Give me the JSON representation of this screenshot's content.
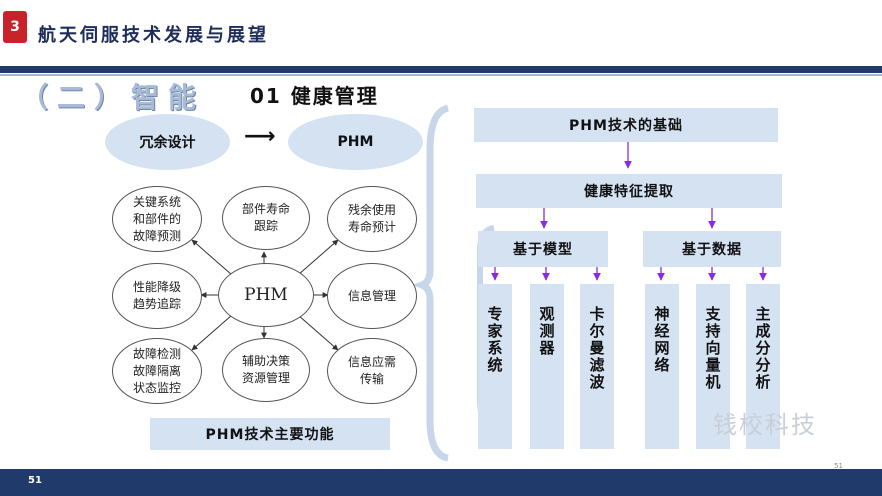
{
  "header": {
    "badge": "3",
    "section_title": "航天伺服技术发展与展望"
  },
  "subsection": {
    "heading": "（二）智能",
    "number_title": "01  健康管理"
  },
  "flow": {
    "left_ellipse": "冗余设计",
    "arrow": "⟶",
    "right_ellipse": "PHM"
  },
  "phm_diagram": {
    "center": "PHM",
    "nodes": [
      "关键系统\n和部件的\n故障预测",
      "部件寿命\n跟踪",
      "残余使用\n寿命预计",
      "性能降级\n趋势追踪",
      "信息管理",
      "故障检测\n故障隔离\n状态监控",
      "辅助决策\n资源管理",
      "信息应需\n传输"
    ],
    "caption": "PHM技术主要功能"
  },
  "right_tree": {
    "root": "PHM技术的基础",
    "level2": "健康特征提取",
    "branches": [
      "基于模型",
      "基于数据"
    ],
    "leaves": [
      "专家系统",
      "观测器",
      "卡尔曼滤波",
      "神经网络",
      "支持向量机",
      "主成分分析"
    ]
  },
  "colors": {
    "navy": "#1f3a6b",
    "box_fill": "#d4e2f2",
    "arrow_purple": "#8a2be2",
    "badge_red": "#c8222a"
  },
  "watermark": "钱校科技",
  "footer": {
    "page_number": "51",
    "small_number": "51"
  }
}
